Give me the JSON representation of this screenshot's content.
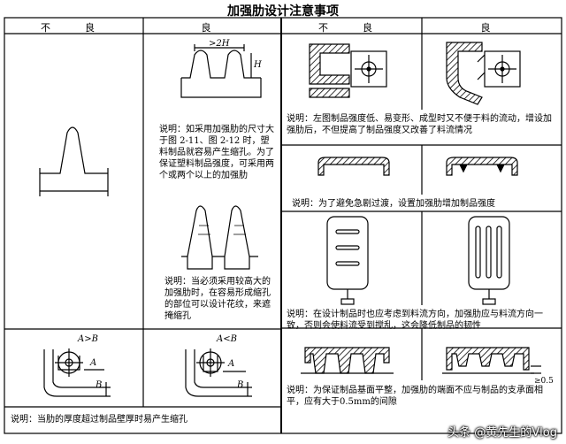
{
  "title": "加强肋设计注意事项",
  "left": {
    "header_bad": "不　良",
    "header_good": "良",
    "dim_2h": ">2H",
    "dim_h": "H",
    "note_1": "说明：如采用加强肋的尺寸大于图 2-11、图 2-12 时，塑料制品就容易产生缩孔。为了保证塑料制品强度，可采用两个或两个以上的加强肋",
    "note_2": "说明：当必须采用较高大的加强肋时，在容易形成缩孔的部位可以设计花纹，来遮掩缩孔",
    "label_a_gt_b": "A>B",
    "label_a_lt_b": "A<B",
    "label_a": "A",
    "label_b": "B",
    "note_3": "说明：当肋的厚度超过制品壁厚时易产生缩孔"
  },
  "right": {
    "header_bad": "不　良",
    "header_good": "良",
    "note_1": "说明：左图制品强度低、易变形、成型时又不便于料的流动，增设加强肋后，不但提高了制品强度又改善了料流情况",
    "note_2": "说明：为了避免急剧过渡，设置加强肋增加制品强度",
    "note_3": "说明：在设计制品时也应考虑到料流方向，加强肋应与料流方向一致，否则会使料流受到搅乱，这会降低制品的韧性",
    "dim_05": "≥0.5",
    "note_4": "说明：为保证制品基面平整，加强肋的端面不应与制品的支承面相平，应有大于0.5mm的间隙"
  },
  "watermark": "头条 @黄先生的Vlog"
}
